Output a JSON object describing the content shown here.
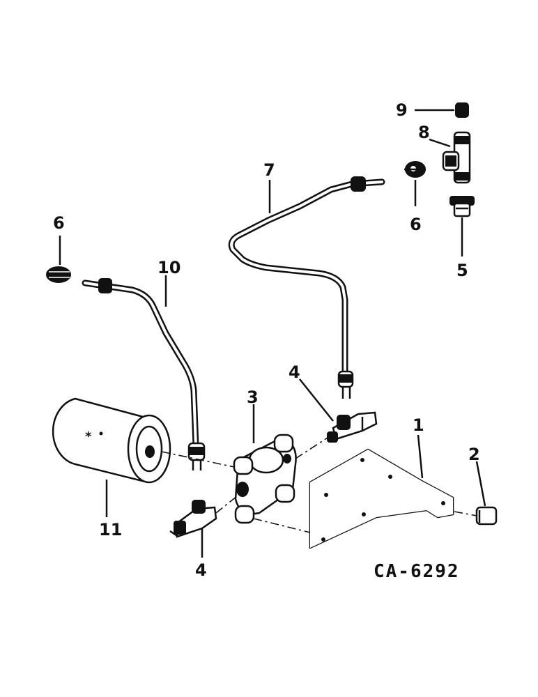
{
  "diagram": {
    "drawing_code": "CA-6292",
    "callouts": {
      "bracket": "1",
      "plug_bracket": "2",
      "filter_base": "3",
      "elbow_upper": "4",
      "elbow_lower": "4",
      "connector_5": "5",
      "fitting_6_left": "6",
      "fitting_6_right": "6",
      "tube_7": "7",
      "tee_8": "8",
      "plug_9": "9",
      "tube_10": "10",
      "filter_11": "11"
    }
  }
}
